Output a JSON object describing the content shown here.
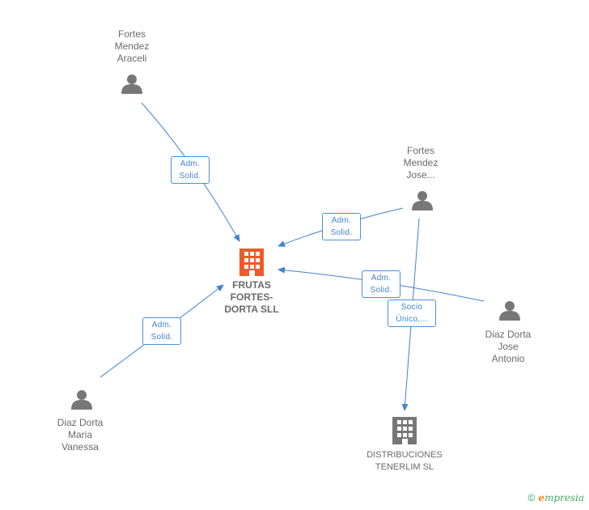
{
  "nodes": {
    "center": {
      "label": "FRUTAS\nFORTES-\nDORTA SLL",
      "type": "company-main",
      "icon": "building-icon",
      "color": "#f05a28"
    },
    "fortes_araceli": {
      "label": "Fortes\nMendez\nAraceli",
      "type": "person",
      "icon": "person-icon",
      "color": "#777777"
    },
    "fortes_jose": {
      "label": "Fortes\nMendez\nJose...",
      "type": "person",
      "icon": "person-icon",
      "color": "#777777"
    },
    "diaz_jose": {
      "label": "Diaz Dorta\nJose\nAntonio",
      "type": "person",
      "icon": "person-icon",
      "color": "#777777"
    },
    "diaz_maria": {
      "label": "Diaz Dorta\nMaria\nVanessa",
      "type": "person",
      "icon": "person-icon",
      "color": "#777777"
    },
    "distribuciones": {
      "label": "DISTRIBUCIONES\nTENERLIM SL",
      "type": "company",
      "icon": "building-icon",
      "color": "#777777"
    }
  },
  "relations": {
    "r1": {
      "label": "Adm.\nSolid."
    },
    "r2": {
      "label": "Adm.\nSolid."
    },
    "r3": {
      "label": "Adm.\nSolid."
    },
    "r4": {
      "label": "Adm.\nSolid."
    },
    "r5": {
      "label": "Socio\nÚnico,..."
    }
  },
  "colors": {
    "edge": "#3f82cf",
    "accent": "#f05a28"
  },
  "footer": {
    "copyright": "©",
    "brand_first": "e",
    "brand_rest": "mpresia"
  }
}
